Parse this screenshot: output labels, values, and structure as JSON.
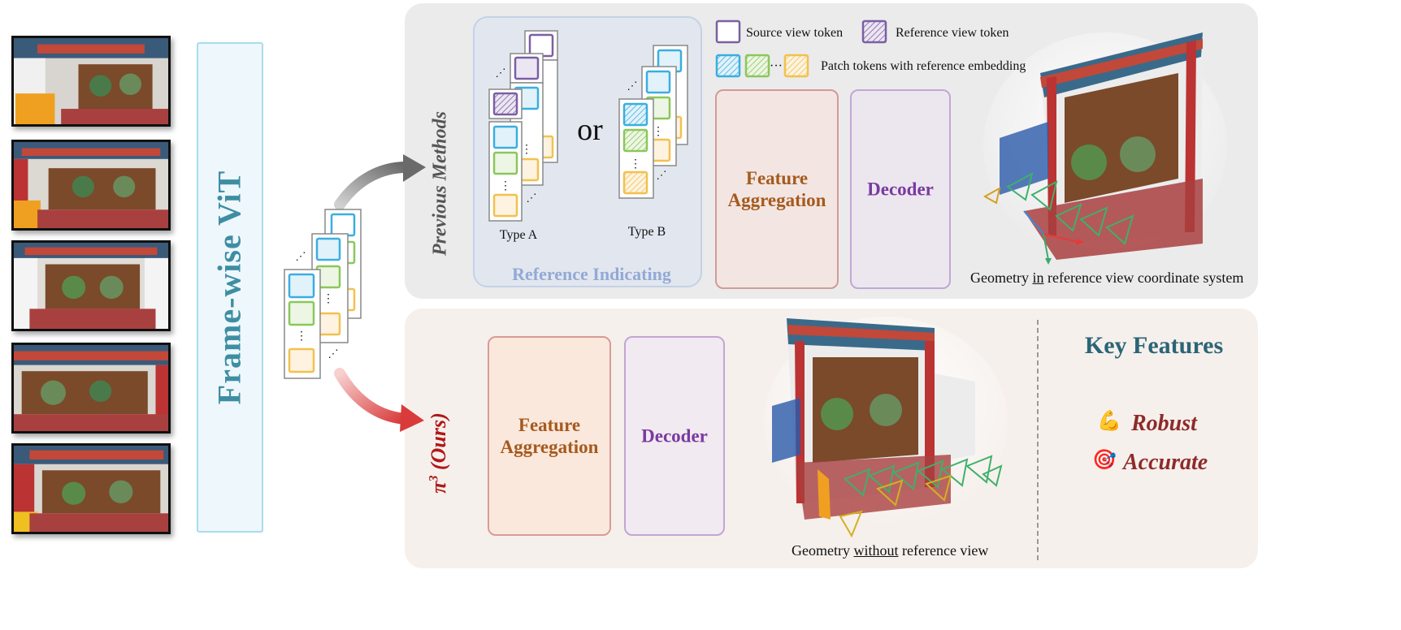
{
  "left": {
    "vit_label": "Frame-wise ViT",
    "thumbnails": [
      "thumb-1",
      "thumb-2",
      "thumb-3",
      "thumb-4",
      "thumb-5"
    ]
  },
  "previous": {
    "side_label": "Previous Methods",
    "reference_box_label": "Reference Indicating",
    "type_a_label": "Type A",
    "type_b_label": "Type B",
    "or_label": "or",
    "legend": {
      "source": "Source view token",
      "reference": "Reference view token",
      "patch": "Patch tokens with reference embedding"
    },
    "feature_aggregation": "Feature Aggregation",
    "decoder": "Decoder",
    "caption_pre": "Geometry ",
    "caption_underline": "in",
    "caption_post": " reference view coordinate system"
  },
  "ours": {
    "side_label_pi": "π",
    "side_label_sup": "3",
    "side_label_rest": " (Ours)",
    "feature_aggregation": "Feature Aggregation",
    "decoder": "Decoder",
    "caption_pre": "Geometry ",
    "caption_underline": "without",
    "caption_post": " reference view",
    "key_features_title": "Key Features",
    "features": [
      "Robust",
      "Accurate"
    ],
    "feature_icons": [
      "flexed-biceps-icon",
      "target-icon"
    ]
  },
  "colors": {
    "blue_token": "#3aaee0",
    "green_token": "#8bc75a",
    "yellow_token": "#f2c14e",
    "purple_token": "#7b5fa3",
    "vit_text": "#3e8ea3",
    "module_brown": "#a55a1e",
    "module_purple": "#7a3aa0",
    "ours_red": "#b01818"
  }
}
